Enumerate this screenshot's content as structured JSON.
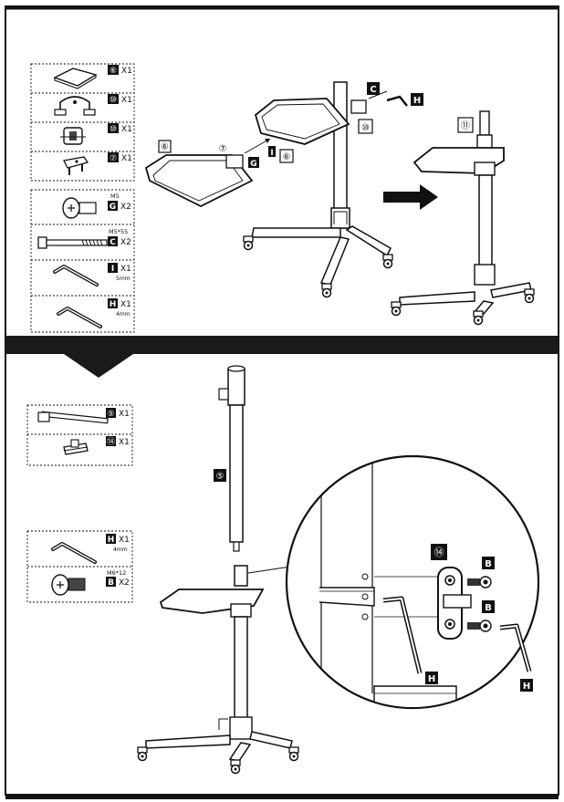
{
  "colors": {
    "ink": "#111111",
    "divider": "#1a1a1a",
    "paper": "#ffffff"
  },
  "top_panel": {
    "parts": [
      {
        "part_no": "⑥",
        "qty": "X1"
      },
      {
        "part_no": "⑩",
        "qty": "X1"
      },
      {
        "part_no": "⑩",
        "qty": "X1"
      },
      {
        "part_no": "⑦",
        "qty": "X1"
      }
    ],
    "hardware": [
      {
        "spec": "M5",
        "code": "G",
        "qty": "X2"
      },
      {
        "spec": "M5*55",
        "code": "C",
        "qty": "X2"
      },
      {
        "code": "I",
        "qty": "X1",
        "size": "5mm"
      },
      {
        "code": "H",
        "qty": "X1",
        "size": "4mm"
      }
    ],
    "callouts": {
      "c": "C",
      "h": "H",
      "ten": "⑩",
      "eleven": "⑪",
      "six_a": "⑥",
      "six_b": "⑥",
      "seven": "⑦",
      "g": "G",
      "i": "I"
    }
  },
  "bottom_panel": {
    "parts": [
      {
        "part_no": "⑤",
        "qty": "X1"
      },
      {
        "part_no": "⑭",
        "qty": "X1"
      }
    ],
    "hardware": [
      {
        "code": "H",
        "qty": "X1",
        "size": "4mm"
      },
      {
        "spec": "M6*12",
        "code": "B",
        "qty": "X2"
      }
    ],
    "callouts": {
      "five": "⑤",
      "fourteen": "⑭",
      "b1": "B",
      "b2": "B",
      "h1": "H",
      "h2": "H"
    }
  }
}
